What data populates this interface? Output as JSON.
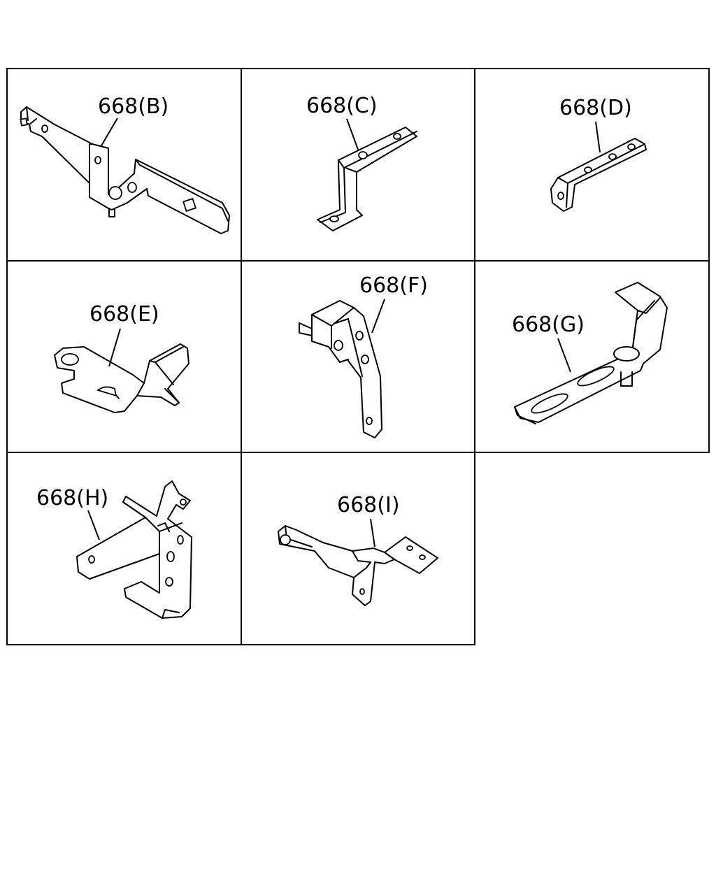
{
  "callouts": {
    "b": "668(B)",
    "c": "668(C)",
    "d": "668(D)",
    "e": "668(E)",
    "f": "668(F)",
    "g": "668(G)",
    "h": "668(H)",
    "i": "668(I)"
  }
}
